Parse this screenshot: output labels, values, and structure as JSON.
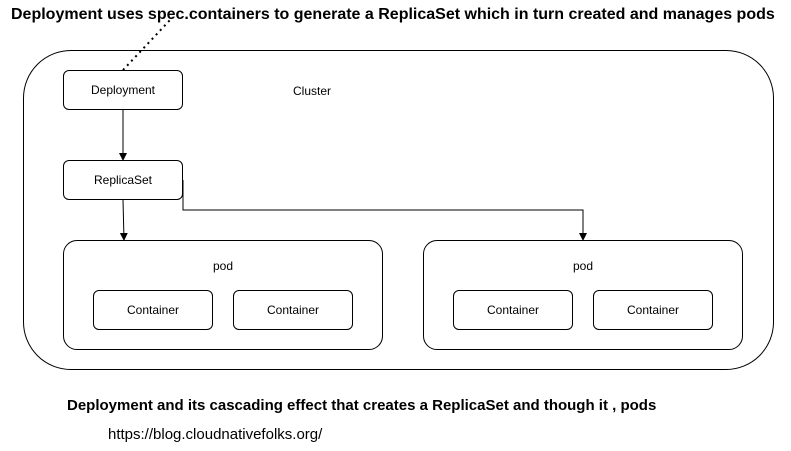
{
  "header": {
    "title": "Deployment uses spec.containers to generate a ReplicaSet which in turn created and  manages pods"
  },
  "cluster": {
    "label": "Cluster"
  },
  "deployment": {
    "label": "Deployment"
  },
  "replicaset": {
    "label": "ReplicaSet"
  },
  "pods": [
    {
      "label": "pod",
      "containers": [
        "Container",
        "Container"
      ]
    },
    {
      "label": "pod",
      "containers": [
        "Container",
        "Container"
      ]
    }
  ],
  "footer": {
    "caption": "Deployment and its cascading effect that creates a ReplicaSet and though it , pods",
    "url": "https://blog.cloudnativefolks.org/"
  },
  "colors": {
    "stroke": "#000000",
    "background": "#ffffff"
  }
}
